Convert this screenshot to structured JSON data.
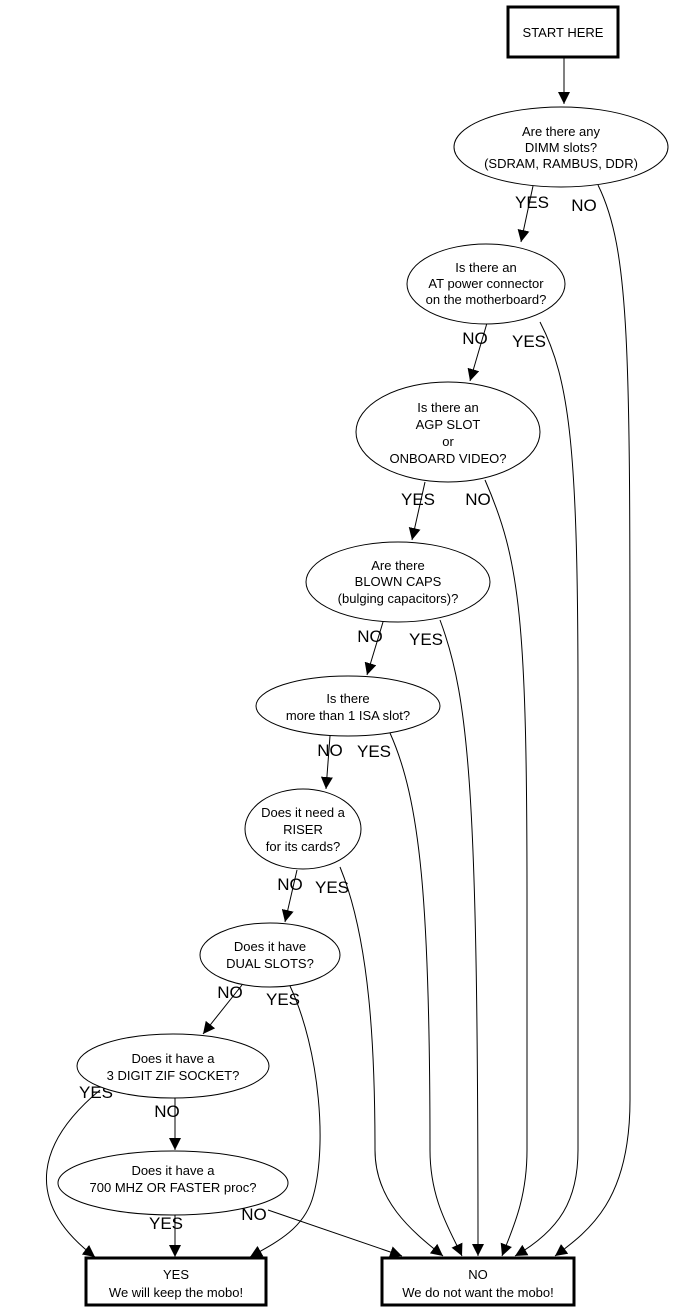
{
  "nodes": {
    "start": {
      "lines": [
        "START HERE"
      ]
    },
    "dimm": {
      "lines": [
        "Are there any",
        "DIMM slots?",
        "(SDRAM, RAMBUS, DDR)"
      ]
    },
    "at": {
      "lines": [
        "Is there an",
        "AT power connector",
        "on the motherboard?"
      ]
    },
    "agp": {
      "lines": [
        "Is there an",
        "AGP SLOT",
        "or",
        "ONBOARD VIDEO?"
      ]
    },
    "caps": {
      "lines": [
        "Are there",
        "BLOWN CAPS",
        "(bulging capacitors)?"
      ]
    },
    "isa": {
      "lines": [
        "Is there",
        "more than 1 ISA slot?"
      ]
    },
    "riser": {
      "lines": [
        "Does it need a",
        "RISER",
        "for its cards?"
      ]
    },
    "dual": {
      "lines": [
        "Does it have",
        "DUAL SLOTS?"
      ]
    },
    "zif": {
      "lines": [
        "Does it have a",
        "3 DIGIT ZIF SOCKET?"
      ]
    },
    "mhz": {
      "lines": [
        "Does it have a",
        "700 MHZ OR FASTER proc?"
      ]
    },
    "keep": {
      "lines": [
        "YES",
        "We will keep the mobo!"
      ]
    },
    "reject": {
      "lines": [
        "NO",
        "We do not want the mobo!"
      ]
    }
  },
  "edges": {
    "dimm_yes": "YES",
    "dimm_no": "NO",
    "at_no": "NO",
    "at_yes": "YES",
    "agp_yes": "YES",
    "agp_no": "NO",
    "caps_no": "NO",
    "caps_yes": "YES",
    "isa_no": "NO",
    "isa_yes": "YES",
    "riser_no": "NO",
    "riser_yes": "YES",
    "dual_no": "NO",
    "dual_yes": "YES",
    "zif_yes": "YES",
    "zif_no": "NO",
    "mhz_yes": "YES",
    "mhz_no": "NO"
  }
}
